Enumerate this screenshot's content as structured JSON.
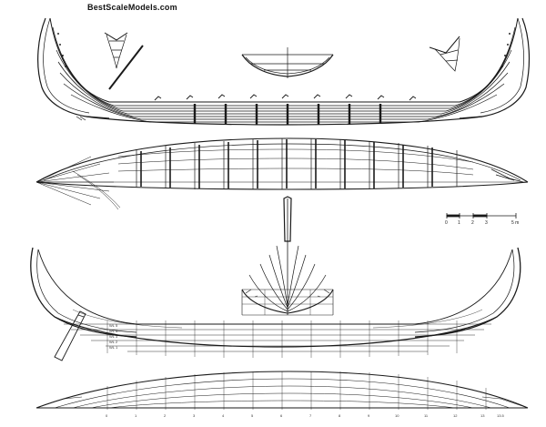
{
  "watermark": "BestScaleModels.com",
  "scale_bar": {
    "ticks": [
      "0",
      "1",
      "2",
      "3",
      "5 m"
    ]
  },
  "station_numbers": [
    "0",
    "1",
    "2",
    "3",
    "4",
    "5",
    "6",
    "7",
    "8",
    "9",
    "10",
    "11",
    "12",
    "13",
    "13.5"
  ],
  "waterline_labels": [
    "WL 5",
    "WL 4",
    "WL 3",
    "WL 2",
    "WL 1"
  ],
  "views": [
    {
      "id": "top-profile",
      "description_name": "hull-profile-planking"
    },
    {
      "id": "plan",
      "description_name": "hull-plan-view"
    },
    {
      "id": "body-plan",
      "description_name": "hull-body-plan"
    },
    {
      "id": "lines-profile",
      "description_name": "hull-lines-profile"
    },
    {
      "id": "lines-plan",
      "description_name": "hull-lines-half-breadth"
    }
  ],
  "colors": {
    "ink": "#1a1a1a",
    "paper": "#ffffff"
  }
}
